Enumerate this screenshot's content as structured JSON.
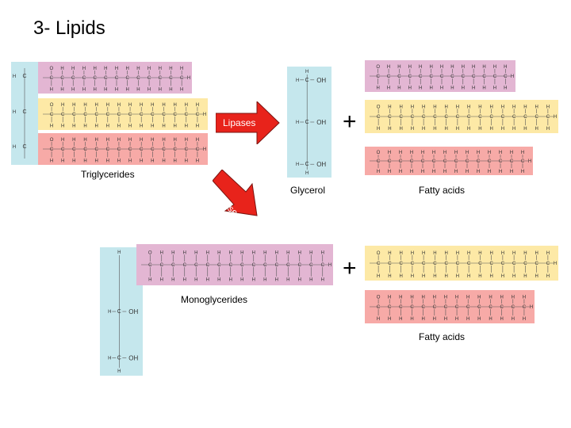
{
  "title": "3- Lipids",
  "colors": {
    "glycerol": "#c5e7ed",
    "pink": "#e3b6d3",
    "yellow": "#fde9a6",
    "red": "#f7aaa7",
    "arrow": "#e8231b"
  },
  "labels": {
    "triglycerides": "Triglycerides",
    "glycerol": "Glycerol",
    "fatty_acids_top": "Fatty acids",
    "monoglycerides": "Monoglycerides",
    "fatty_acids_bottom": "Fatty acids",
    "lipases_horizontal": "Lipases",
    "lipases_diagonal": "Lipases",
    "plus": "+"
  },
  "glycerol_groups": {
    "oh": "OH",
    "carbon": "C",
    "hydrogen": "H"
  }
}
